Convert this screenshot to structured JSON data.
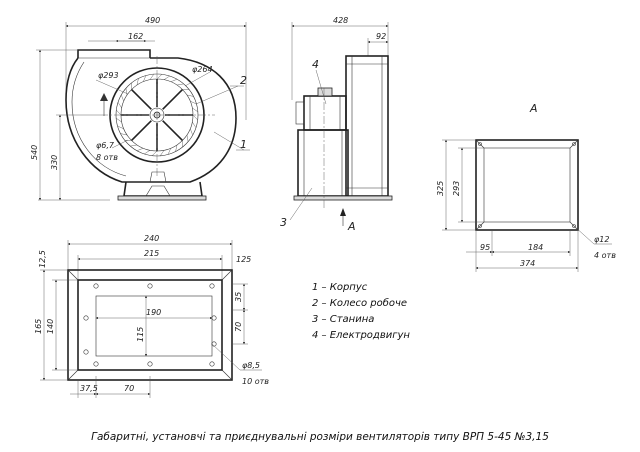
{
  "front_view": {
    "width": "490",
    "inlet": "162",
    "height": "540",
    "axis_height": "330",
    "d_outer": "φ293",
    "d_inner": "φ264",
    "hole_d": "φ6,7",
    "hole_count": "8 отв",
    "callout_1": "1",
    "callout_2": "2"
  },
  "side_view": {
    "width": "428",
    "offset": "92",
    "callout_3": "3",
    "callout_4": "4",
    "view_arrow": "A"
  },
  "view_a": {
    "title": "A",
    "height_outer": "325",
    "height_inner": "293",
    "left_offset": "95",
    "inner_width": "184",
    "outer_width": "374",
    "hole_d": "φ12",
    "hole_count": "4 отв"
  },
  "base_plan": {
    "width_outer": "240",
    "width_inner": "215",
    "left_offset": "12,5",
    "right_offset": "125",
    "height_outer": "165",
    "height_inner": "140",
    "center_h": "115",
    "center_w": "190",
    "r_top": "35",
    "r_mid": "70",
    "b_left": "37,5",
    "b_spacing": "70",
    "hole_d": "φ8,5",
    "hole_count": "10 отв"
  },
  "legend": [
    "1 – Корпус",
    "2 – Колесо робоче",
    "3 – Станина",
    "4 – Електродвигун"
  ],
  "caption": "Габаритні, установчі та приєднувальні розміри вентиляторів типу ВРП 5-45 №3,15"
}
